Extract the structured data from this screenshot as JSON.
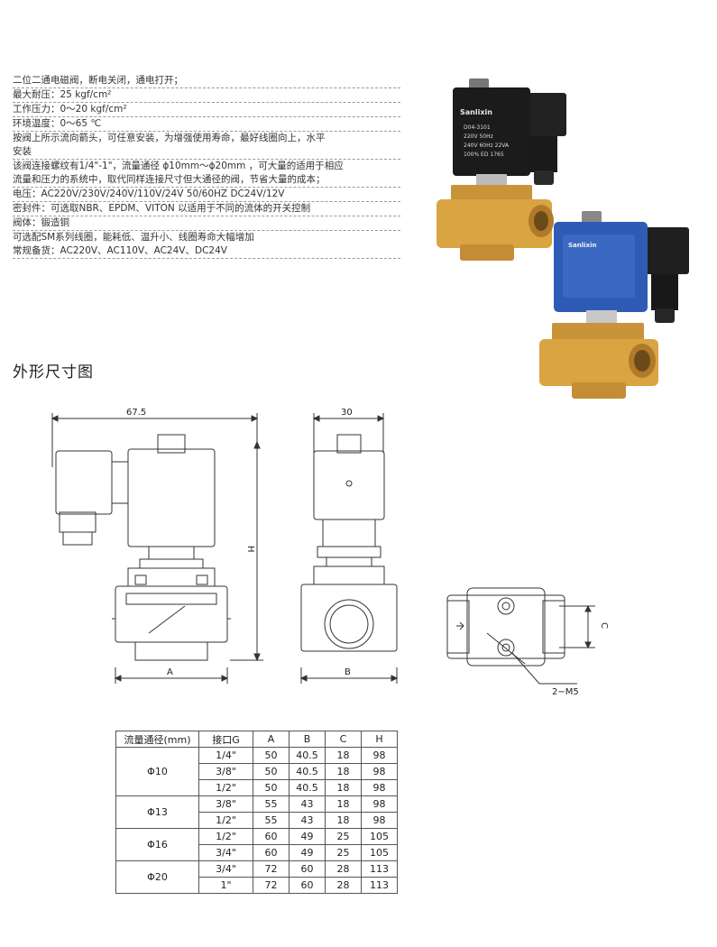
{
  "specs": {
    "lines": [
      "二位二通电磁阀，断电关闭，通电打开；",
      "最大耐压：25 kgf/cm²",
      "工作压力：0～20 kgf/cm²",
      "环境温度：0～65 ℃",
      "按阀上所示流向箭头，可任意安装，为增强使用寿命，最好线圈向上，水平",
      "安装",
      "该阀连接螺纹有1/4\"-1\"，流量通径 ϕ10mm～ϕ20mm ，可大量的适用于相应",
      "流量和压力的系统中，取代同样连接尺寸但大通径的阀，节省大量的成本；",
      "电压：AC220V/230V/240V/110V/24V  50/60HZ  DC24V/12V",
      "密封件：可选取NBR、EPDM、VITON 以适用于不同的流体的开关控制",
      "阀体：锻造铜",
      "可选配SM系列线圈，能耗低、温升小、线圈寿命大幅增加",
      "常规备货：AC220V、AC110V、AC24V、DC24V"
    ]
  },
  "section_title": "外形尺寸图",
  "products": {
    "black_coil": {
      "brand": "Sanlixin",
      "model": "D04-3101",
      "line1": "220V 50Hz",
      "line2": "240V 60Hz 22VA",
      "line3": "100% ED 1765"
    },
    "blue_coil": {
      "brand": "Sanlixin"
    },
    "colors": {
      "brass": "#d9a441",
      "blue_coil": "#2f5bb5",
      "black_coil": "#1b1b1b"
    }
  },
  "drawing": {
    "width_label": "67.5",
    "height_label": "H",
    "a_label": "A",
    "side_width_label": "30",
    "b_label": "B",
    "c_label": "C",
    "screw_label": "2−M5"
  },
  "table": {
    "headers": [
      "流量通径(mm)",
      "接口G",
      "A",
      "B",
      "C",
      "H"
    ],
    "groups": [
      {
        "diameter": "Φ10",
        "rows": [
          [
            "1/4\"",
            "50",
            "40.5",
            "18",
            "98"
          ],
          [
            "3/8\"",
            "50",
            "40.5",
            "18",
            "98"
          ],
          [
            "1/2\"",
            "50",
            "40.5",
            "18",
            "98"
          ]
        ]
      },
      {
        "diameter": "Φ13",
        "rows": [
          [
            "3/8\"",
            "55",
            "43",
            "18",
            "98"
          ],
          [
            "1/2\"",
            "55",
            "43",
            "18",
            "98"
          ]
        ]
      },
      {
        "diameter": "Φ16",
        "rows": [
          [
            "1/2\"",
            "60",
            "49",
            "25",
            "105"
          ],
          [
            "3/4\"",
            "60",
            "49",
            "25",
            "105"
          ]
        ]
      },
      {
        "diameter": "Φ20",
        "rows": [
          [
            "3/4\"",
            "72",
            "60",
            "28",
            "113"
          ],
          [
            "1\"",
            "72",
            "60",
            "28",
            "113"
          ]
        ]
      }
    ]
  }
}
